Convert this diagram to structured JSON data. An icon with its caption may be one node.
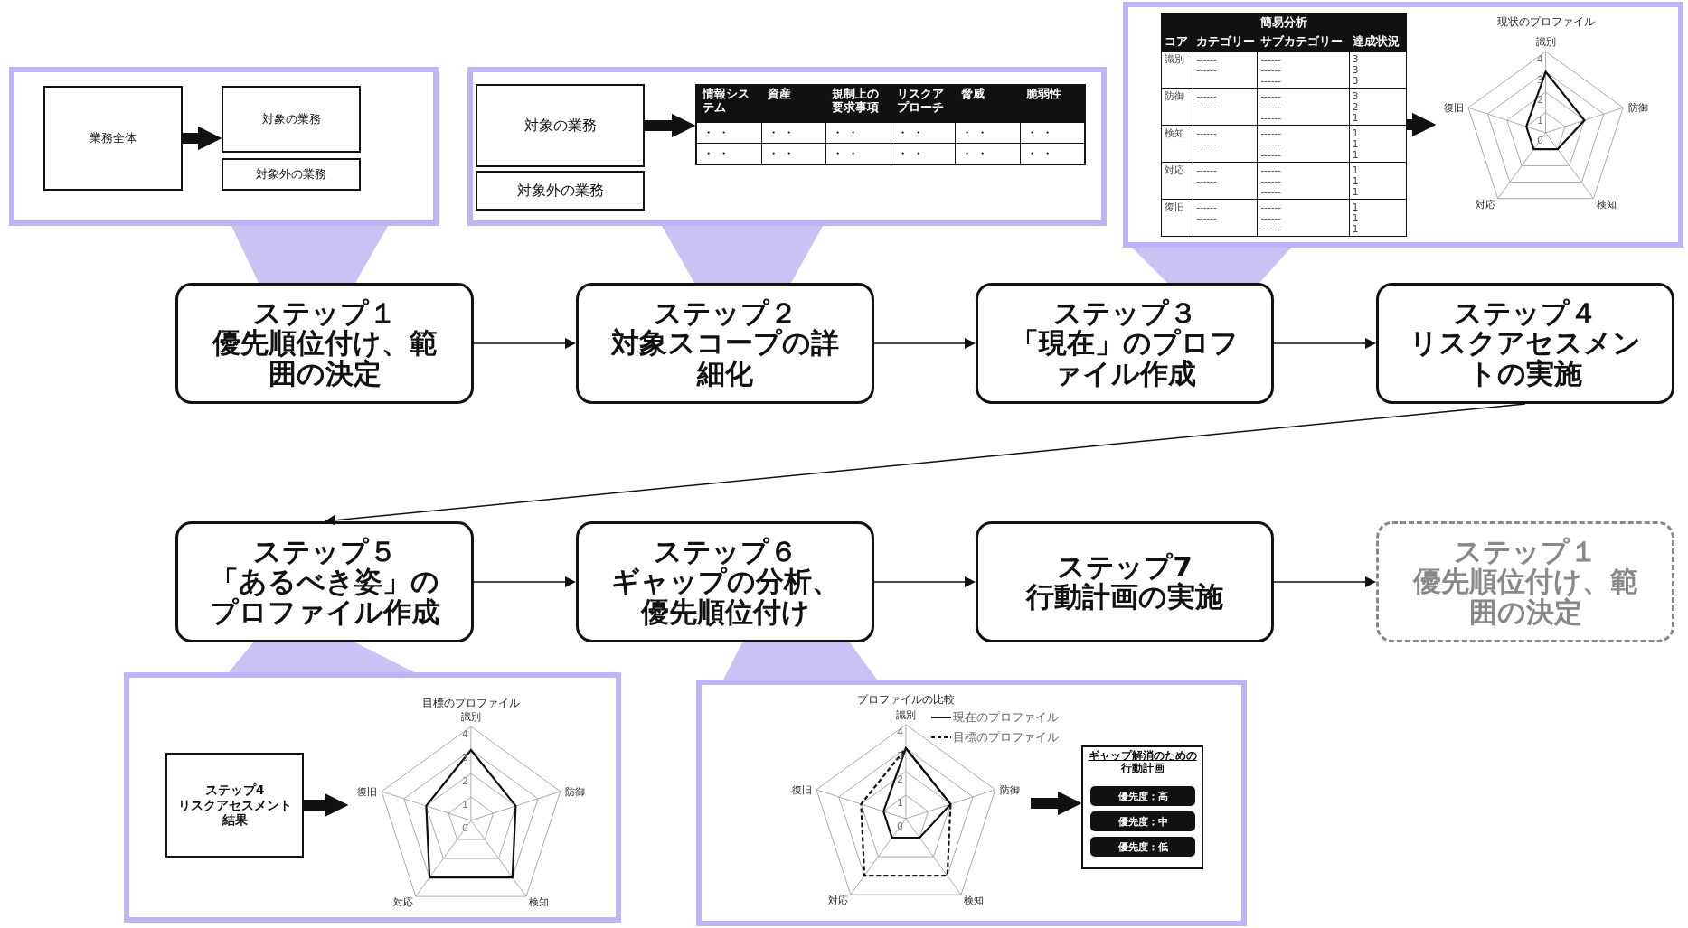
{
  "diagram": {
    "nodes": [
      {
        "text": [
          "ステップ１",
          "優先順位付け、範囲の決定"
        ]
      },
      {
        "text": [
          "ステップ２",
          "対象スコープの詳細化"
        ]
      },
      {
        "text": [
          "ステップ３",
          "「現在」のプロファイル作成"
        ]
      },
      {
        "text": [
          "ステップ４",
          "リスクアセスメントの実施"
        ]
      },
      {
        "text": [
          "ステップ５",
          "「あるべき姿」のプロファイル作成"
        ]
      },
      {
        "text": [
          "ステップ６",
          "ギャップの分析、優先順位付け"
        ]
      },
      {
        "text": [
          "ステップ7",
          "行動計画の実施"
        ]
      },
      {
        "text": [
          "ステップ１",
          "優先順位付け、範囲の決定"
        ]
      },
      {
        "text": [],
        "shape": "box"
      },
      {
        "text": [
          "業務全体"
        ],
        "in": 8
      },
      {
        "text": [
          "対象の業務"
        ],
        "in": 8
      },
      {
        "text": [
          "対象外の業務"
        ],
        "in": 8
      },
      {
        "text": [],
        "shape": "box"
      },
      {
        "text": [
          "対象の業務"
        ],
        "in": 12
      },
      {
        "text": [
          "対象外の業務"
        ],
        "in": 12
      },
      {
        "text": [
          "情報システム",
          "資産",
          "規制上の要求事項",
          "リスクアプローチ",
          "脅威",
          "脆弱性",
          "・ ・",
          "・ ・",
          "・ ・",
          "・ ・",
          "・ ・",
          "・ ・",
          "・ ・",
          "・ ・",
          "・ ・",
          "・ ・",
          "・ ・",
          "・ ・"
        ],
        "in": 12
      },
      {
        "text": [],
        "shape": "box"
      },
      {
        "text": [
          "簡易分析",
          "コア",
          "カテゴリー",
          "サブカテゴリー",
          "達成状況",
          "識別",
          "------ ------",
          "------ ------ ------",
          "3 3 3",
          "防御",
          "------ ------",
          "------ ------ ------",
          "3 2 1",
          "検知",
          "------ ------",
          "------ ------ ------",
          "1 1 1",
          "対応",
          "------ ------",
          "------ ------ ------",
          "1 1 1",
          "復旧",
          "------ ------",
          "------ ------ ------",
          "1 1 1"
        ],
        "in": 16
      },
      {
        "text": [
          "現状のプロファイル",
          "識別",
          "防御",
          "検知",
          "対応",
          "復旧",
          "4",
          "3",
          "2",
          "1",
          "0"
        ],
        "in": 16
      },
      {
        "text": [],
        "shape": "box"
      },
      {
        "text": [
          "ステップ4",
          "リスクアセスメント結果"
        ],
        "in": 19
      },
      {
        "text": [
          "目標のプロファイル",
          "識別",
          "防御",
          "検知",
          "対応",
          "復旧",
          "4",
          "3",
          "2",
          "1",
          "0"
        ],
        "in": 19
      },
      {
        "text": [],
        "shape": "box"
      },
      {
        "text": [
          "プロファイルの比較",
          "識別",
          "防御",
          "検知",
          "対応",
          "復旧",
          "4",
          "3",
          "2",
          "1",
          "0"
        ],
        "in": 22
      },
      {
        "text": [
          "ギャップ解消のための行動計画"
        ],
        "in": 22
      },
      {
        "text": [
          "優先度：高"
        ],
        "in": 24
      },
      {
        "text": [
          "優先度：中"
        ],
        "in": 24
      },
      {
        "text": [
          "優先度：低"
        ],
        "in": 24
      }
    ],
    "edges": [
      {
        "from": 0,
        "to": 1,
        "arrow": "to"
      },
      {
        "from": 1,
        "to": 2,
        "arrow": "to"
      },
      {
        "from": 2,
        "to": 3,
        "arrow": "to"
      },
      {
        "from": 3,
        "to": 4,
        "arrow": "to"
      },
      {
        "from": 4,
        "to": 5,
        "arrow": "to"
      },
      {
        "from": 5,
        "to": 6,
        "arrow": "to"
      },
      {
        "from": 6,
        "to": 7,
        "arrow": "to"
      },
      {
        "from": 9,
        "to": 10,
        "arrow": "to",
        "style": "thick"
      },
      {
        "from": 13,
        "to": 15,
        "arrow": "to",
        "style": "thick"
      },
      {
        "from": 17,
        "to": 18,
        "arrow": "to",
        "style": "thick"
      },
      {
        "from": 20,
        "to": 21,
        "arrow": "to",
        "style": "thick"
      },
      {
        "from": 23,
        "to": 24,
        "arrow": "to",
        "style": "thick"
      },
      {
        "from": 8,
        "to": 0,
        "arrow": "none",
        "color": "#c9c3f5"
      },
      {
        "from": 12,
        "to": 1,
        "arrow": "none",
        "color": "#c9c3f5"
      },
      {
        "from": 16,
        "to": 2,
        "arrow": "none",
        "color": "#c9c3f5"
      },
      {
        "from": 19,
        "to": 4,
        "arrow": "none",
        "color": "#c9c3f5"
      },
      {
        "from": 22,
        "to": 5,
        "arrow": "none",
        "color": "#c9c3f5"
      }
    ],
    "legend": [
      {
        "text": "現在のプロファイル"
      },
      {
        "text": "目標のプロファイル"
      }
    ]
  }
}
